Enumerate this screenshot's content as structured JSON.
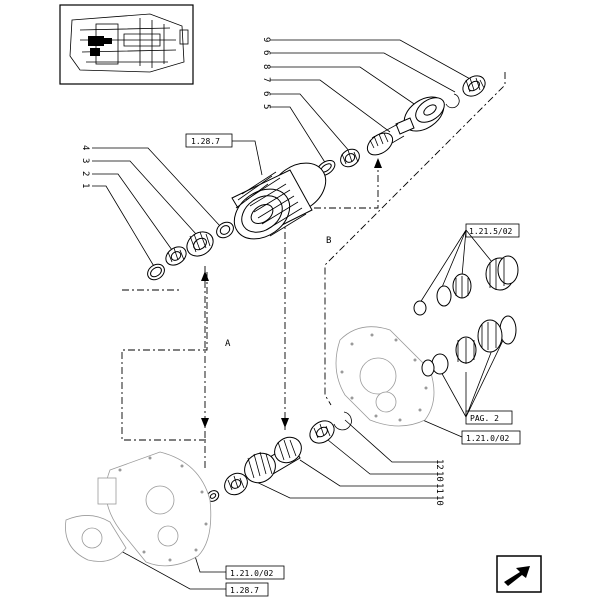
{
  "callouts_right": [
    "12",
    "10",
    "11",
    "10"
  ],
  "callouts_top": [
    "9",
    "6",
    "8",
    "7",
    "6",
    "5"
  ],
  "callouts_left": [
    "4",
    "3",
    "2",
    "1"
  ],
  "refs": {
    "ref_top_left": "1.28.7",
    "ref_right_top": "1.21.5/02",
    "ref_right_pag": "PAG. 2",
    "ref_right_bottom": "1.21.0/02",
    "ref_bottom_a": "1.21.0/02",
    "ref_bottom_b": "1.28.7"
  },
  "flow_labels": {
    "a": "A",
    "b": "B"
  },
  "icons": {
    "thumbnail": "transmission-thumbnail-icon",
    "nav": "next-page-arrow-icon"
  }
}
